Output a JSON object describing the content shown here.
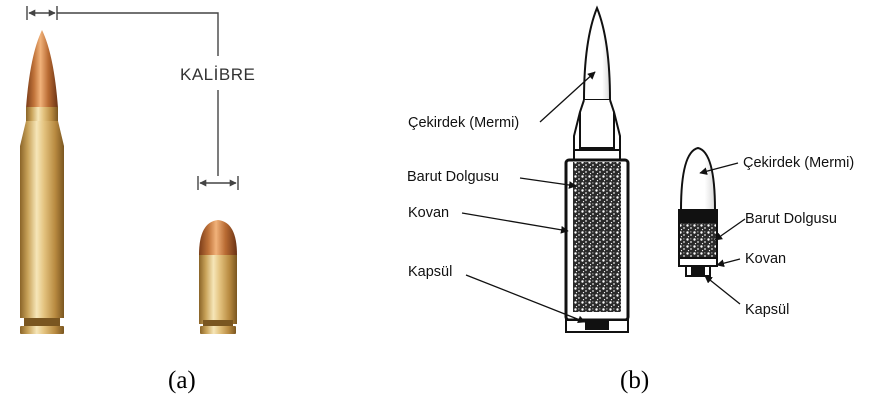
{
  "panel_a": {
    "caption": "(a)",
    "caliber_label": "KALİBRE"
  },
  "panel_b": {
    "caption": "(b)",
    "rifle_labels": {
      "bullet": "Çekirdek (Mermi)",
      "powder": "Barut Dolgusu",
      "casing": "Kovan",
      "primer": "Kapsül"
    },
    "pistol_labels": {
      "bullet": "Çekirdek (Mermi)",
      "powder": "Barut Dolgusu",
      "casing": "Kovan",
      "primer": "Kapsül"
    }
  },
  "colors": {
    "brass_light": "#f2dca2",
    "brass_mid": "#c9a35a",
    "brass_dark": "#8a6428",
    "copper_light": "#e6a46a",
    "copper_dark": "#8a4a22",
    "line": "#111111"
  }
}
